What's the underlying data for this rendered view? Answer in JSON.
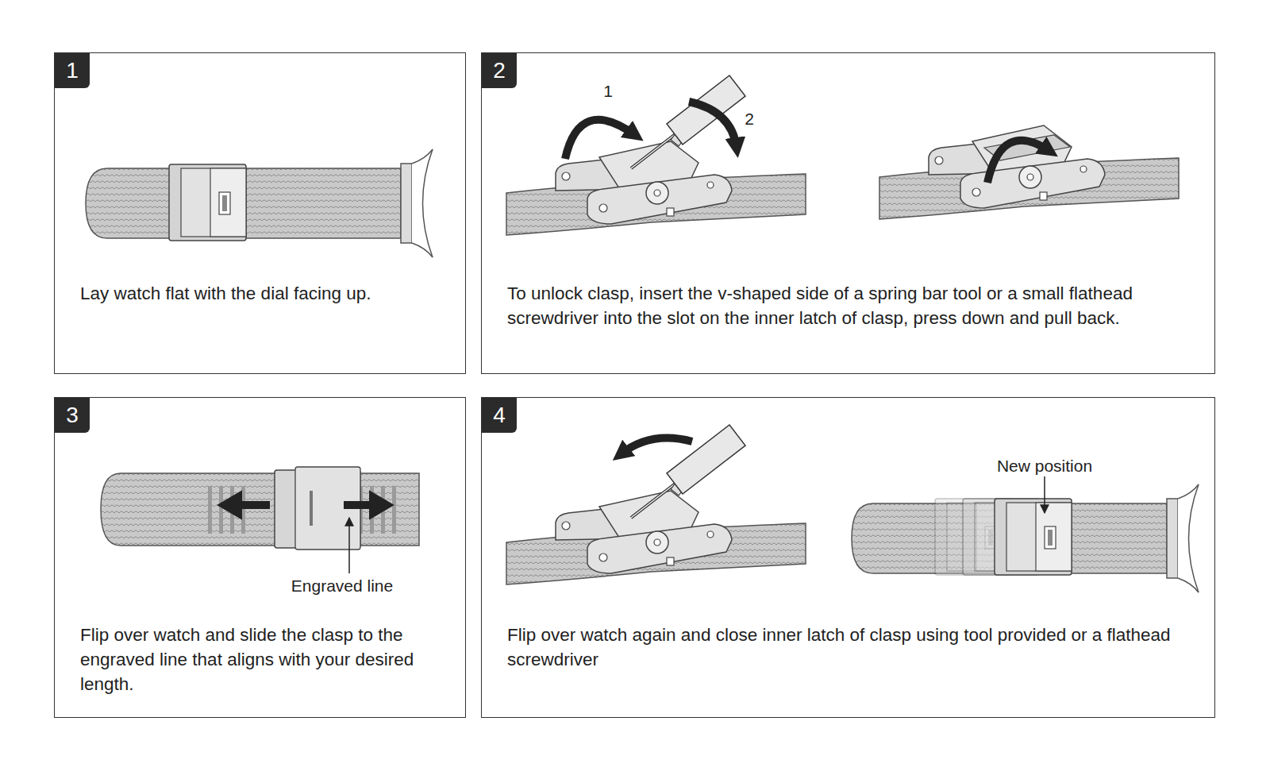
{
  "diagram": {
    "nodes": [
      {
        "text": [
          "1",
          "Lay watch flat with the dial facing up."
        ]
      },
      {
        "text": [
          "2",
          "To unlock clasp, insert the v-shaped side of a spring bar tool or a small flathead screwdriver into the slot on the inner latch of clasp, press down and pull back."
        ]
      },
      {
        "text": [
          "3",
          "Flip over watch and slide the clasp to the engraved line that aligns with your desired length."
        ]
      },
      {
        "text": [
          "4",
          "Flip over watch again and close inner latch of clasp using tool provided or a flathead screwdriver"
        ]
      }
    ],
    "labels": [
      "1",
      "2",
      "Engraved line",
      "New position"
    ]
  }
}
